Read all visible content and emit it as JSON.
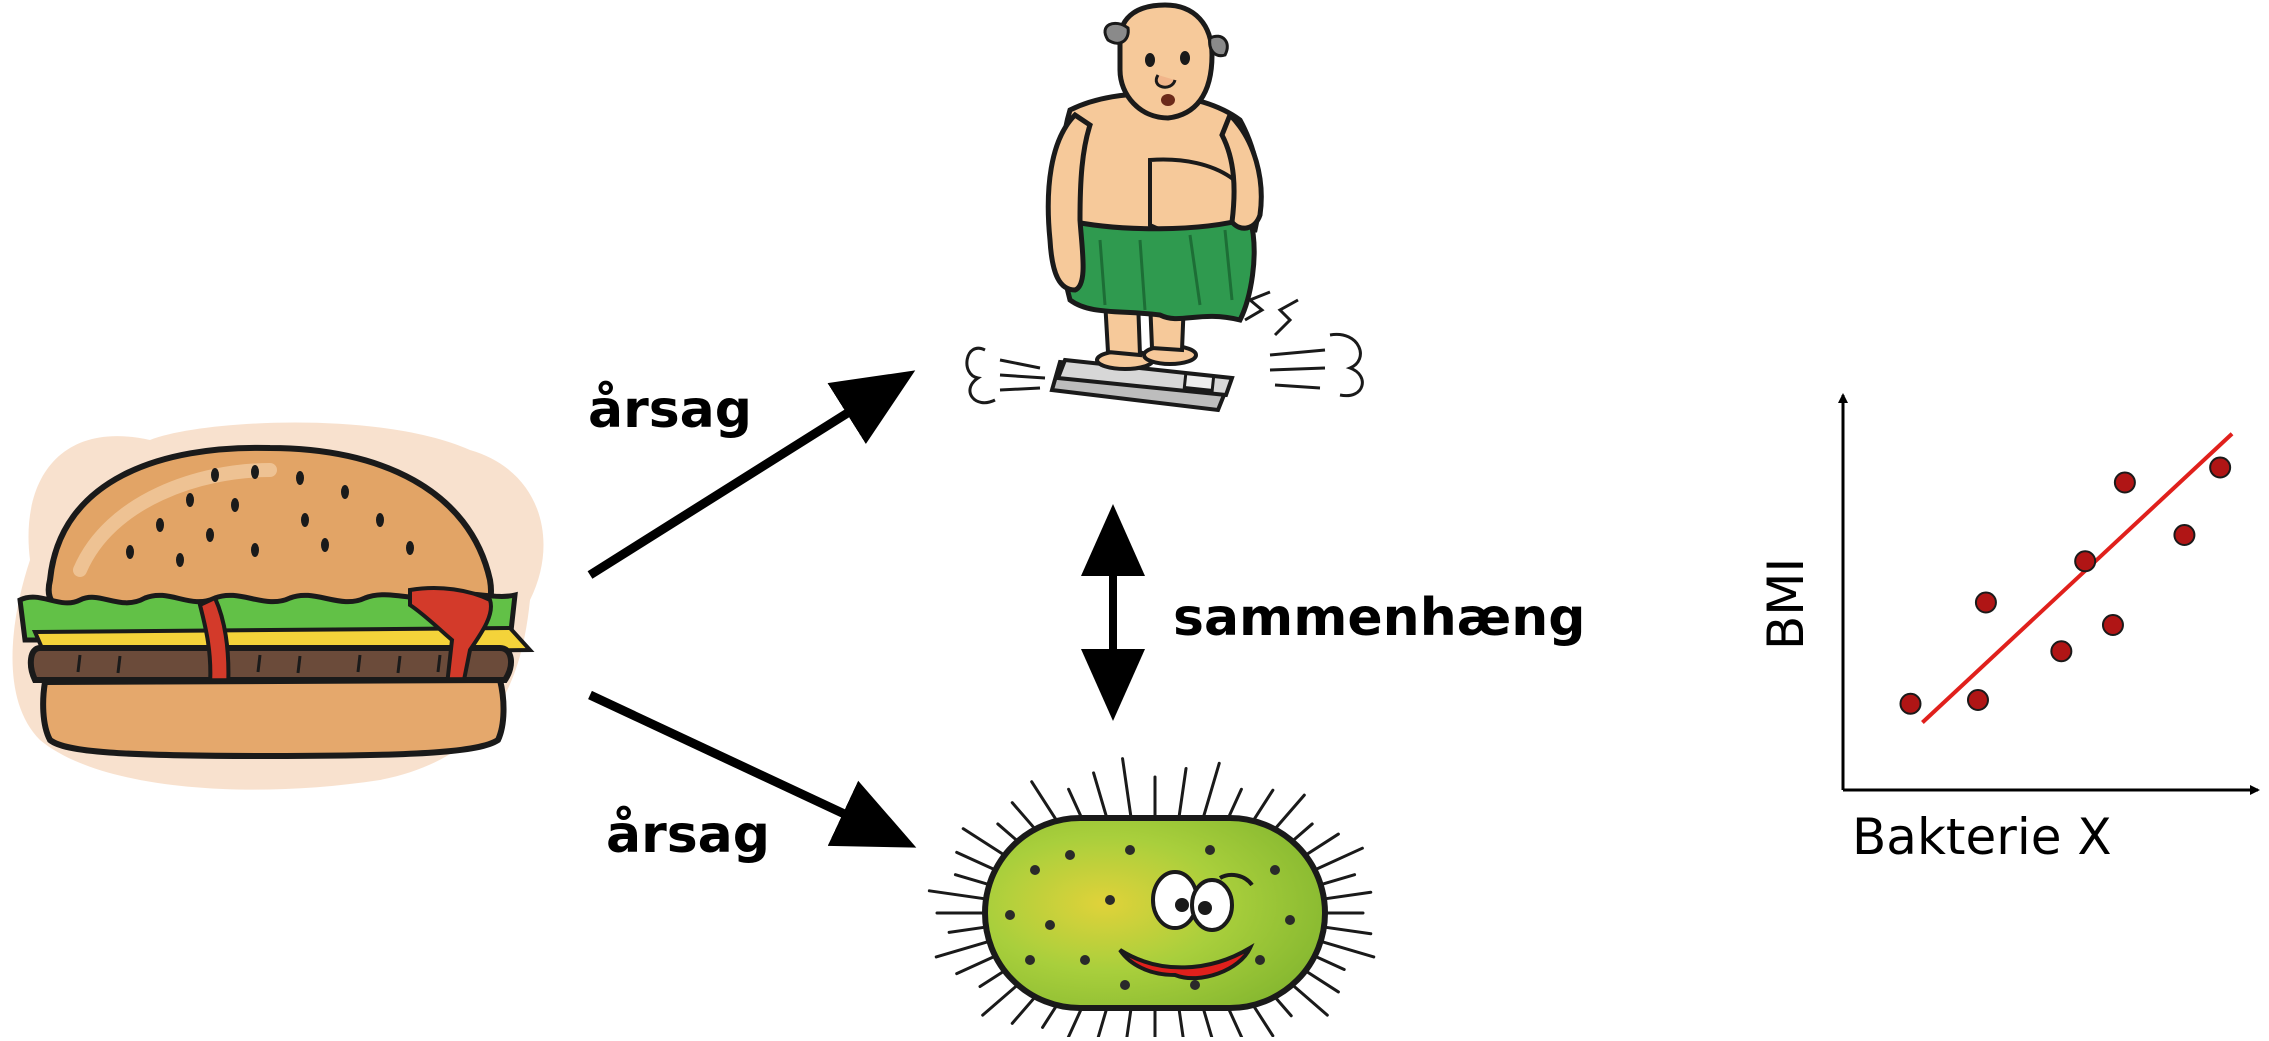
{
  "labels": {
    "cause_top": "årsag",
    "cause_bottom": "årsag",
    "correlation": "sammenhæng"
  },
  "chart_data": {
    "type": "scatter",
    "title": "",
    "xlabel": "Bakterie X",
    "ylabel": "BMI",
    "xlim": [
      0,
      10
    ],
    "ylim": [
      0,
      10
    ],
    "grid": false,
    "legend": "none",
    "points": [
      {
        "x": 1.7,
        "y": 2.3
      },
      {
        "x": 3.4,
        "y": 2.4
      },
      {
        "x": 3.6,
        "y": 5.0
      },
      {
        "x": 5.5,
        "y": 3.7
      },
      {
        "x": 6.1,
        "y": 6.1
      },
      {
        "x": 6.8,
        "y": 4.4
      },
      {
        "x": 7.1,
        "y": 8.2
      },
      {
        "x": 8.6,
        "y": 6.8
      },
      {
        "x": 9.5,
        "y": 8.6
      }
    ],
    "trendline": {
      "x": [
        2.0,
        9.8
      ],
      "y": [
        1.8,
        9.5
      ]
    },
    "point_color": "#b01515",
    "line_color": "#e0201c"
  },
  "colors": {
    "bun": "#e0a060",
    "lettuce": "#5bbf3e",
    "patty": "#6a4a3a",
    "ketchup": "#d33a2a",
    "cheese": "#f4d33a",
    "skin": "#f6c99a",
    "towel": "#2f9a4f",
    "bacteria": "#a2cc3a"
  },
  "icons": [
    "burger-icon",
    "overweight-man-on-scale-icon",
    "smiling-bacterium-icon"
  ]
}
